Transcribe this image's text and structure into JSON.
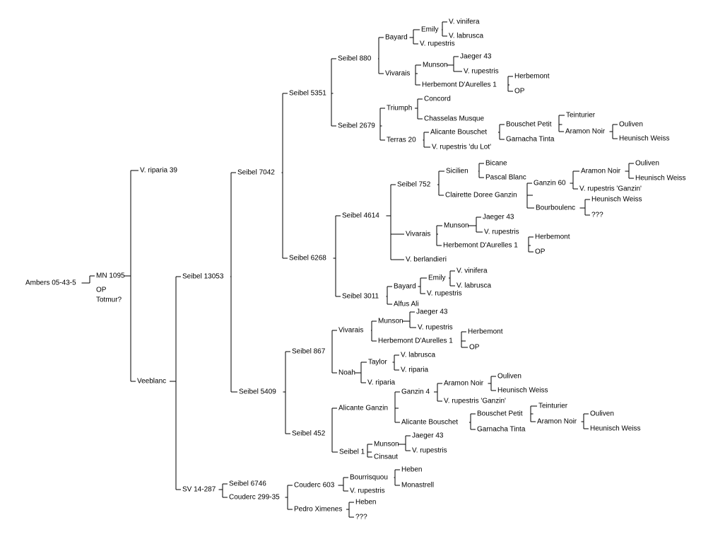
{
  "tree": {
    "name": "Ambers 05-43-5",
    "children": [
      {
        "name": "MN 1095",
        "children": [
          {
            "name": "V. riparia 39"
          },
          {
            "name": "Veeblanc",
            "children": [
              {
                "name": "Seibel 13053",
                "children": [
                  {
                    "name": "Seibel 7042",
                    "children": [
                      {
                        "name": "Seibel 5351",
                        "children": [
                          {
                            "name": "Seibel 880",
                            "children": [
                              {
                                "name": "Bayard",
                                "children": [
                                  {
                                    "name": "Emily",
                                    "children": [
                                      {
                                        "name": "V. vinifera"
                                      },
                                      {
                                        "name": "V. labrusca"
                                      }
                                    ]
                                  },
                                  {
                                    "name": "V. rupestris"
                                  }
                                ]
                              },
                              {
                                "name": "Vivarais",
                                "children": [
                                  {
                                    "name": "Munson",
                                    "children": [
                                      {
                                        "name": "Jaeger 43"
                                      },
                                      {
                                        "name": "V. rupestris"
                                      }
                                    ]
                                  },
                                  {
                                    "name": "Herbemont D'Aurelles 1",
                                    "children": [
                                      {
                                        "name": "Herbemont"
                                      },
                                      {
                                        "name": "OP"
                                      }
                                    ]
                                  }
                                ]
                              }
                            ]
                          },
                          {
                            "name": "Seibel 2679",
                            "children": [
                              {
                                "name": "Triumph",
                                "children": [
                                  {
                                    "name": "Concord"
                                  },
                                  {
                                    "name": "Chasselas Musque"
                                  }
                                ]
                              },
                              {
                                "name": "Terras 20",
                                "children": [
                                  {
                                    "name": "Alicante Bouschet",
                                    "children": [
                                      {
                                        "name": "Bouschet Petit",
                                        "children": [
                                          {
                                            "name": "Teinturier"
                                          },
                                          {
                                            "name": "Aramon Noir",
                                            "children": [
                                              {
                                                "name": "Ouliven"
                                              },
                                              {
                                                "name": "Heunisch Weiss"
                                              }
                                            ]
                                          }
                                        ]
                                      },
                                      {
                                        "name": "Garnacha Tinta"
                                      }
                                    ]
                                  },
                                  {
                                    "name": "V. rupestris 'du Lot'"
                                  }
                                ]
                              }
                            ]
                          }
                        ]
                      },
                      {
                        "name": "Seibel 6268",
                        "children": [
                          {
                            "name": "Seibel 4614",
                            "children": [
                              {
                                "name": "Seibel 752",
                                "children": [
                                  {
                                    "name": "Sicilien",
                                    "children": [
                                      {
                                        "name": "Bicane"
                                      },
                                      {
                                        "name": "Pascal Blanc"
                                      }
                                    ]
                                  },
                                  {
                                    "name": "Clairette Doree Ganzin",
                                    "children": [
                                      {
                                        "name": "Ganzin 60",
                                        "children": [
                                          {
                                            "name": "Aramon Noir",
                                            "children": [
                                              {
                                                "name": "Ouliven"
                                              },
                                              {
                                                "name": "Heunisch Weiss"
                                              }
                                            ]
                                          },
                                          {
                                            "name": "V. rupestris 'Ganzin'"
                                          }
                                        ]
                                      },
                                      {
                                        "name": "Bourboulenc",
                                        "children": [
                                          {
                                            "name": "Heunisch Weiss"
                                          },
                                          {
                                            "name": "???"
                                          }
                                        ]
                                      }
                                    ]
                                  }
                                ]
                              },
                              {
                                "name": "Vivarais",
                                "children": [
                                  {
                                    "name": "Munson",
                                    "children": [
                                      {
                                        "name": "Jaeger 43"
                                      },
                                      {
                                        "name": "V. rupestris"
                                      }
                                    ]
                                  },
                                  {
                                    "name": "Herbemont D'Aurelles 1",
                                    "children": [
                                      {
                                        "name": "Herbemont"
                                      },
                                      {
                                        "name": "OP"
                                      }
                                    ]
                                  }
                                ]
                              },
                              {
                                "name": "V. berlandieri"
                              }
                            ]
                          },
                          {
                            "name": "Seibel 3011",
                            "children": [
                              {
                                "name": "Bayard",
                                "children": [
                                  {
                                    "name": "Emily",
                                    "children": [
                                      {
                                        "name": "V. vinifera"
                                      },
                                      {
                                        "name": "V. labrusca"
                                      }
                                    ]
                                  },
                                  {
                                    "name": "V. rupestris"
                                  }
                                ]
                              },
                              {
                                "name": "Alfus Ali"
                              }
                            ]
                          }
                        ]
                      }
                    ]
                  },
                  {
                    "name": "Seibel 5409",
                    "children": [
                      {
                        "name": "Seibel 867",
                        "children": [
                          {
                            "name": "Vivarais",
                            "children": [
                              {
                                "name": "Munson",
                                "children": [
                                  {
                                    "name": "Jaeger 43"
                                  },
                                  {
                                    "name": "V. rupestris"
                                  }
                                ]
                              },
                              {
                                "name": "Herbemont D'Aurelles 1",
                                "children": [
                                  {
                                    "name": "Herbemont"
                                  },
                                  {
                                    "name": "OP"
                                  }
                                ]
                              }
                            ]
                          },
                          {
                            "name": "Noah",
                            "children": [
                              {
                                "name": "Taylor",
                                "children": [
                                  {
                                    "name": "V. labrusca"
                                  },
                                  {
                                    "name": "V. riparia"
                                  }
                                ]
                              },
                              {
                                "name": "V. riparia"
                              }
                            ]
                          }
                        ]
                      },
                      {
                        "name": "Seibel 452",
                        "children": [
                          {
                            "name": "Alicante Ganzin",
                            "children": [
                              {
                                "name": "Ganzin 4",
                                "children": [
                                  {
                                    "name": "Aramon Noir",
                                    "children": [
                                      {
                                        "name": "Ouliven"
                                      },
                                      {
                                        "name": "Heunisch Weiss"
                                      }
                                    ]
                                  },
                                  {
                                    "name": "V. rupestris 'Ganzin'"
                                  }
                                ]
                              },
                              {
                                "name": "Alicante Bouschet",
                                "children": [
                                  {
                                    "name": "Bouschet Petit",
                                    "children": [
                                      {
                                        "name": "Teinturier"
                                      },
                                      {
                                        "name": "Aramon Noir",
                                        "children": [
                                          {
                                            "name": "Ouliven"
                                          },
                                          {
                                            "name": "Heunisch Weiss"
                                          }
                                        ]
                                      }
                                    ]
                                  },
                                  {
                                    "name": "Garnacha Tinta"
                                  }
                                ]
                              }
                            ]
                          },
                          {
                            "name": "Seibel 1",
                            "children": [
                              {
                                "name": "Munson",
                                "children": [
                                  {
                                    "name": "Jaeger 43"
                                  },
                                  {
                                    "name": "V. rupestris"
                                  }
                                ]
                              },
                              {
                                "name": "Cinsaut"
                              }
                            ]
                          }
                        ]
                      }
                    ]
                  }
                ]
              },
              {
                "name": "SV 14-287",
                "children": [
                  {
                    "name": "Seibel 6746"
                  },
                  {
                    "name": "Couderc 299-35",
                    "children": [
                      {
                        "name": "Couderc 603",
                        "children": [
                          {
                            "name": "Bourrisquou",
                            "children": [
                              {
                                "name": "Heben"
                              },
                              {
                                "name": "Monastrell"
                              }
                            ]
                          },
                          {
                            "name": "V. rupestris"
                          }
                        ]
                      },
                      {
                        "name": "Pedro Ximenes",
                        "children": [
                          {
                            "name": "Heben"
                          },
                          {
                            "name": "???"
                          }
                        ]
                      }
                    ]
                  }
                ]
              }
            ]
          }
        ]
      },
      {
        "name": "OP",
        "children": []
      },
      {
        "name": "Totmur?",
        "children": []
      }
    ]
  }
}
